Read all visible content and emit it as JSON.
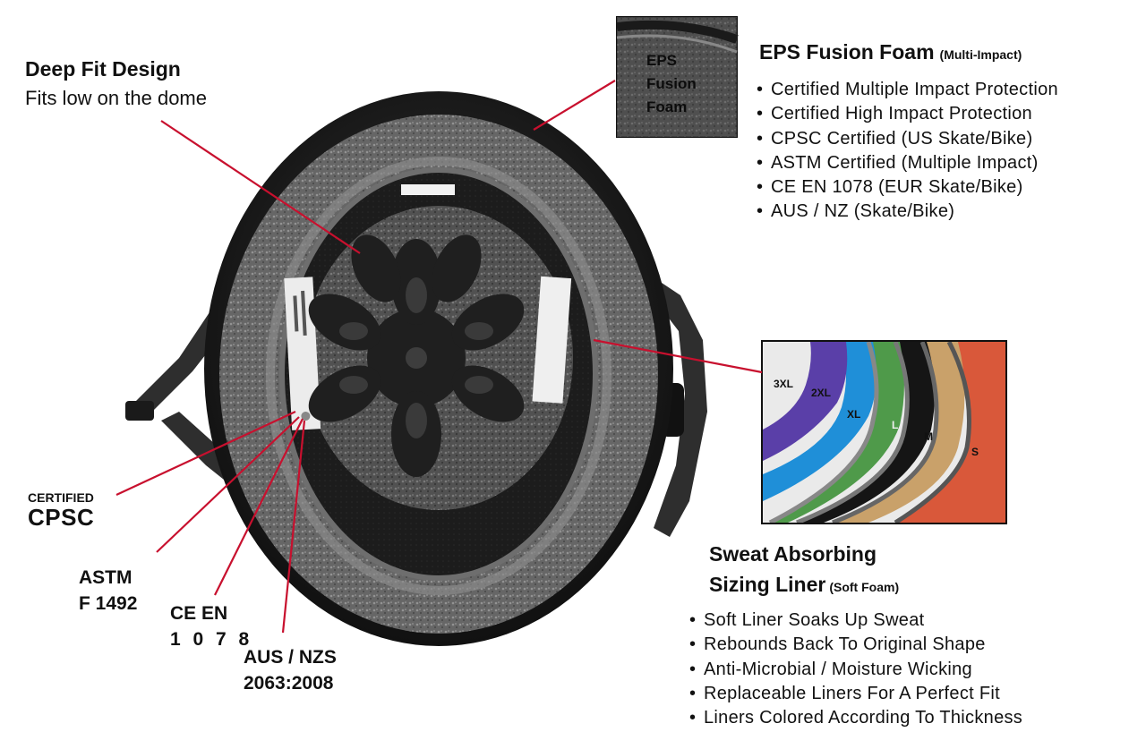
{
  "deep_fit": {
    "title": "Deep Fit Design",
    "subtitle": "Fits low on the dome"
  },
  "eps": {
    "title": "EPS Fusion Foam",
    "title_note": "(Multi-Impact)",
    "bullets": [
      "Certified Multiple Impact Protection",
      "Certified High Impact Protection",
      "CPSC Certified (US Skate/Bike)",
      "ASTM Certified  (Multiple Impact)",
      "CE EN 1078 (EUR Skate/Bike)",
      "AUS / NZ (Skate/Bike)"
    ],
    "inset_lines": [
      "EPS",
      "Fusion",
      "Foam"
    ]
  },
  "sweat": {
    "title_line1": "Sweat Absorbing",
    "title_line2": "Sizing Liner",
    "title_note": "(Soft Foam)",
    "bullets": [
      "Soft Liner Soaks Up Sweat",
      "Rebounds Back To Original Shape",
      "Anti-Microbial / Moisture Wicking",
      "Replaceable Liners For A Perfect Fit",
      "Liners Colored According To Thickness"
    ]
  },
  "certifications": {
    "cpsc_small": "CERTIFIED",
    "cpsc_big": "CPSC",
    "astm_line1": "ASTM",
    "astm_line2": "F 1492",
    "ce_line1": "CE EN",
    "ce_line2": "1 0 7 8",
    "aus_line1": "AUS / NZS",
    "aus_line2": "2063:2008"
  },
  "liner_sizes": {
    "s3xl": "3XL",
    "s2xl": "2XL",
    "sxl": "XL",
    "sl": "L",
    "sm": "M",
    "ss": "S"
  },
  "colors": {
    "callout_line": "#c8102e",
    "liner_3xl": "#5a3fa8",
    "liner_2xl": "#1f8fd8",
    "liner_xl": "#4f9a4a",
    "liner_l": "#151515",
    "liner_m": "#c9a16a",
    "liner_s": "#d9583a"
  }
}
